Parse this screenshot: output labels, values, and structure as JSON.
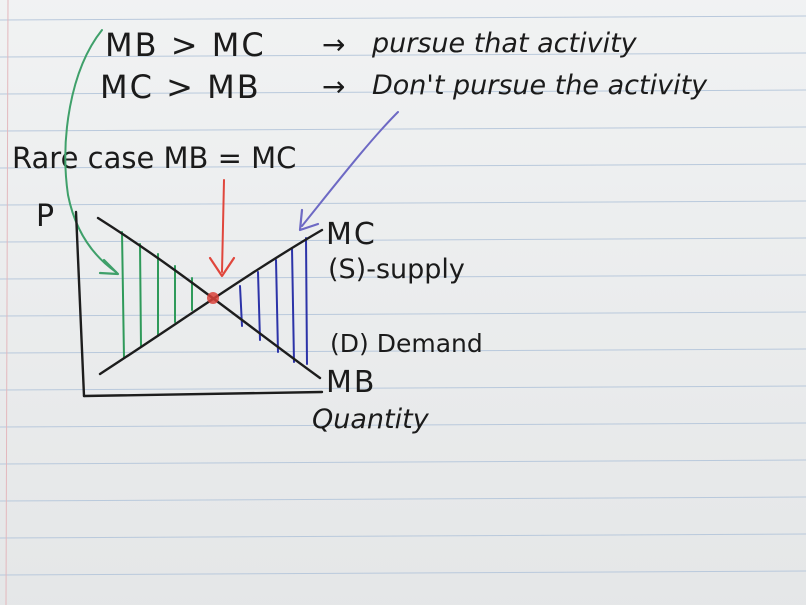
{
  "rules": {
    "rule1_condition": "MB > MC",
    "rule1_arrow": "→",
    "rule1_action": "pursue that activity",
    "rule2_condition": "MC > MB",
    "rule2_arrow": "→",
    "rule2_action": "Don't pursue the activity"
  },
  "rare_case": "Rare case MB = MC",
  "graph": {
    "y_axis_label": "P",
    "x_axis_label": "Quantity",
    "mc_label": "MC",
    "supply_label": "(S)-supply",
    "demand_label": "(D) Demand",
    "mb_label": "MB"
  },
  "colors": {
    "ink": "#1d1d1d",
    "green_arrow": "#3fa06a",
    "purple_arrow": "#6d69c4",
    "red_arrow": "#e0463c",
    "green_hatch": "#2f9a5a",
    "blue_hatch": "#2c33a8",
    "equilibrium_dot": "#d9423a",
    "paper": "#eceeef",
    "rule_line": "#b9c9dc",
    "margin_line": "#e3b8bd"
  }
}
